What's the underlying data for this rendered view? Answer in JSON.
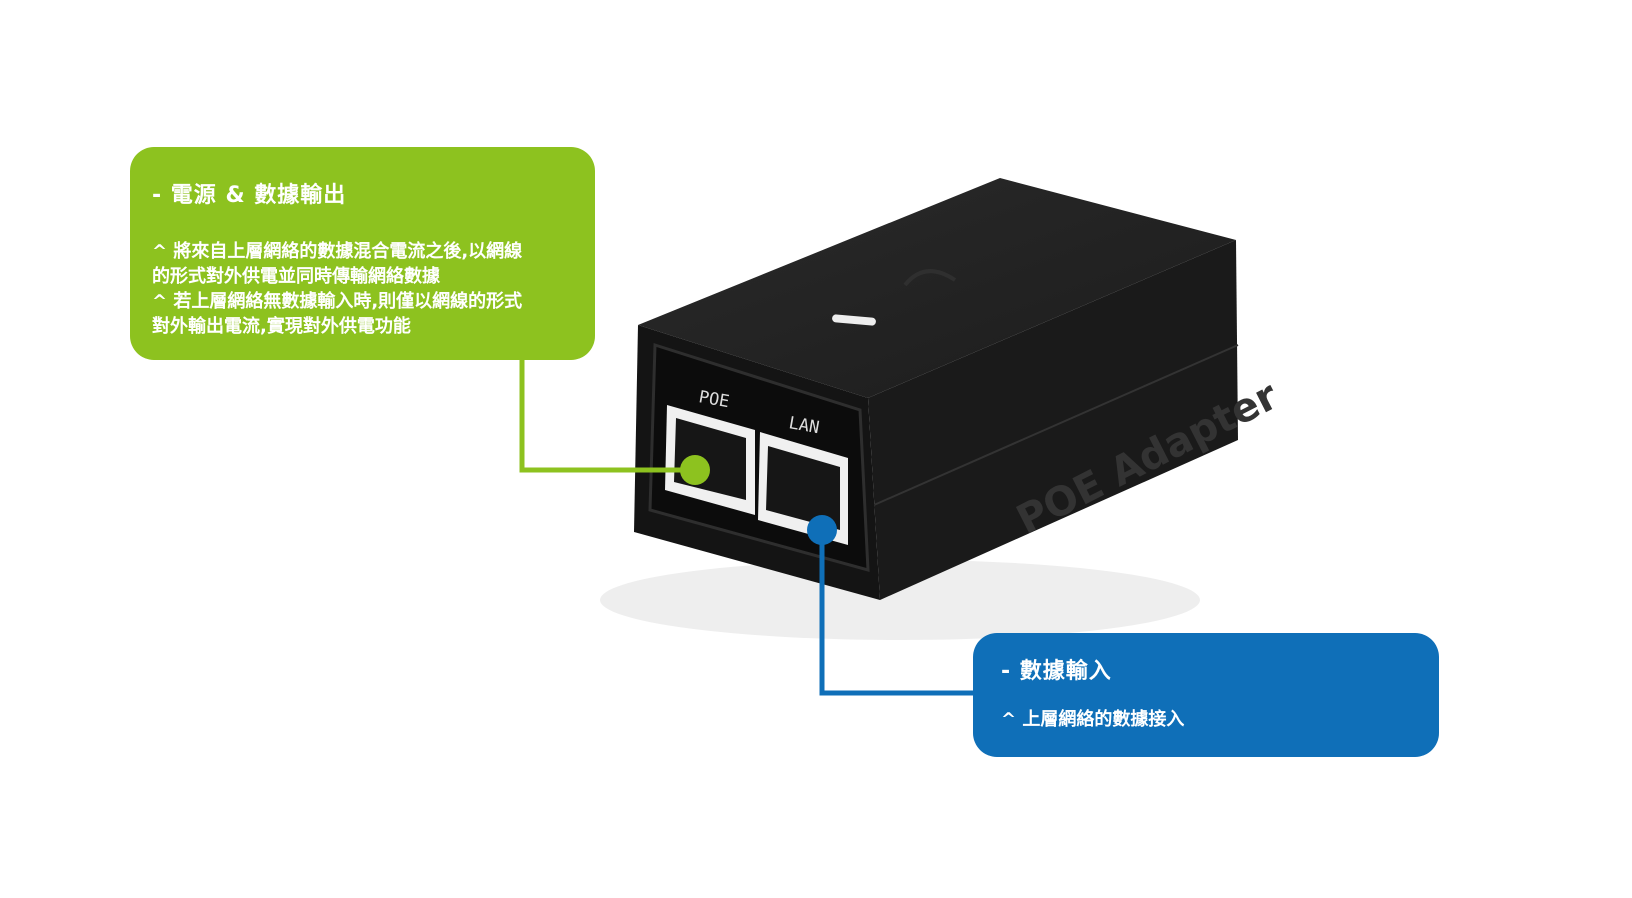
{
  "callouts": {
    "output": {
      "title": "- 電源 & 數據輸出",
      "lines": [
        "^ 將來自上層網絡的數據混合電流之後,以網線",
        "的形式對外供電並同時傳輸網絡數據",
        "^ 若上層網絡無數據輸入時,則僅以網線的形式",
        "對外輸出電流,實現對外供電功能"
      ],
      "color": "#8dc21f"
    },
    "input": {
      "title": "- 數據輸入",
      "lines": [
        "^ 上層網絡的數據接入"
      ],
      "color": "#0f6fb8"
    }
  },
  "device": {
    "port_labels": [
      "POE",
      "LAN"
    ],
    "product_label": "POE Adapter"
  }
}
